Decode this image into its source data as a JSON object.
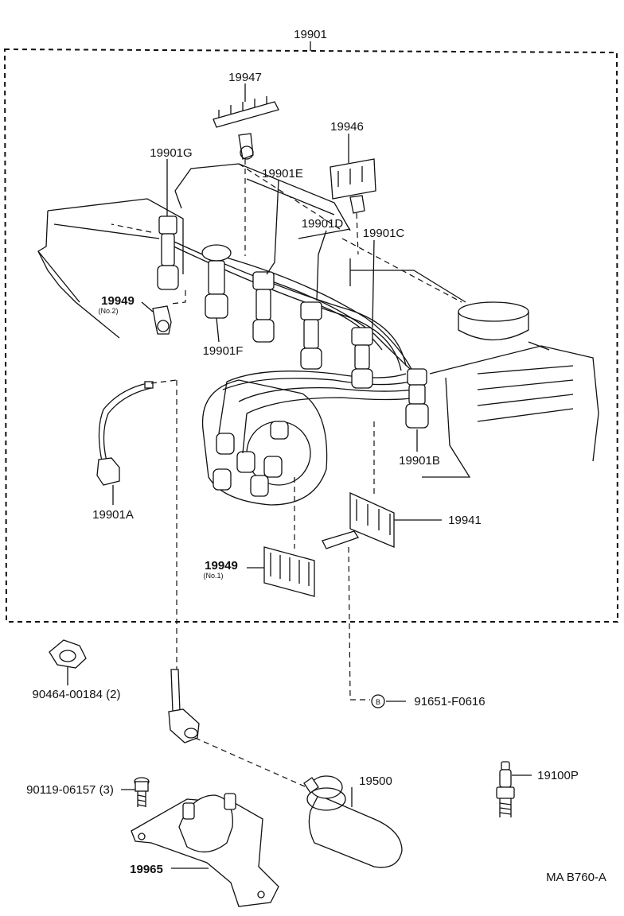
{
  "labels": {
    "assembly": "19901",
    "p19947": "19947",
    "p19946": "19946",
    "p19901G": "19901G",
    "p19901E": "19901E",
    "p19901D": "19901D",
    "p19901C": "19901C",
    "p19949_no2": "19949",
    "no2": "(No.2)",
    "p19901F": "19901F",
    "p19901A": "19901A",
    "p19901B": "19901B",
    "p19941": "19941",
    "p19949_no1": "19949",
    "no1": "(No.1)",
    "clamp": "90464-00184 (2)",
    "marker_b": "B",
    "bolt_b": "91651-F0616",
    "spark_plug": "19100P",
    "coil": "19500",
    "bolt": "90119-06157 (3)",
    "bracket": "19965",
    "code": "MA B760-A"
  }
}
